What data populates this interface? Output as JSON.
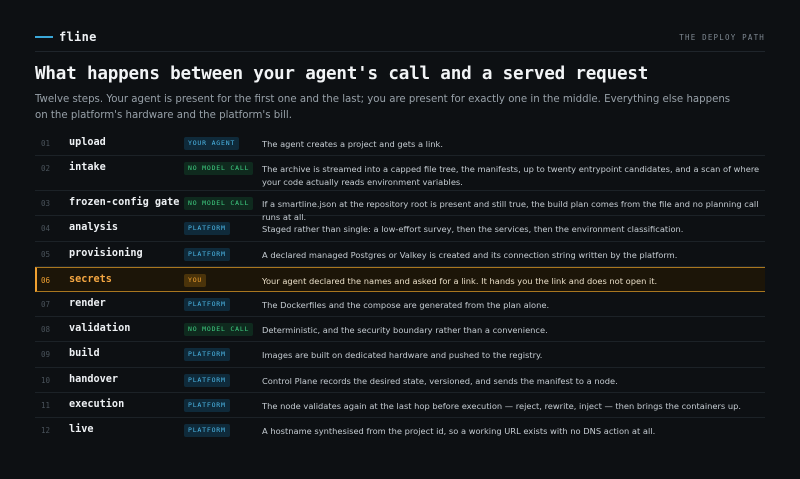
{
  "header": {
    "logo_text": "fline",
    "eyebrow": "THE DEPLOY PATH"
  },
  "title": "What happens between your agent's call and a served request",
  "lede": "Twelve steps. Your agent is present for the first one and the last; you are present for exactly one in the middle. Everything else happens on the platform's hardware and the platform's bill.",
  "colors": {
    "background": "#0d1013",
    "accent_blue": "#3aa7d8",
    "accent_green": "#3fcf82",
    "accent_orange": "#f0a030"
  },
  "steps": [
    {
      "num": "01",
      "name": "upload",
      "badge": "YOUR AGENT",
      "badge_kind": "agent",
      "desc": "The agent creates a project and gets a link."
    },
    {
      "num": "02",
      "name": "intake",
      "badge": "NO MODEL CALL",
      "badge_kind": "nomodel",
      "desc": "The archive is streamed into a capped file tree, the manifests, up to twenty entrypoint candidates, and a scan of where your code actually reads environment variables."
    },
    {
      "num": "03",
      "name": "frozen-config gate",
      "badge": "NO MODEL CALL",
      "badge_kind": "nomodel",
      "desc": "If a smartline.json at the repository root is present and still true, the build plan comes from the file and no planning call runs at all."
    },
    {
      "num": "04",
      "name": "analysis",
      "badge": "PLATFORM",
      "badge_kind": "platform",
      "desc": "Staged rather than single: a low-effort survey, then the services, then the environment classification."
    },
    {
      "num": "05",
      "name": "provisioning",
      "badge": "PLATFORM",
      "badge_kind": "platform",
      "desc": "A declared managed Postgres or Valkey is created and its connection string written by the platform."
    },
    {
      "num": "06",
      "name": "secrets",
      "badge": "YOU",
      "badge_kind": "you",
      "desc": "Your agent declared the names and asked for a link. It hands you the link and does not open it."
    },
    {
      "num": "07",
      "name": "render",
      "badge": "PLATFORM",
      "badge_kind": "platform",
      "desc": "The Dockerfiles and the compose are generated from the plan alone."
    },
    {
      "num": "08",
      "name": "validation",
      "badge": "NO MODEL CALL",
      "badge_kind": "nomodel",
      "desc": "Deterministic, and the security boundary rather than a convenience."
    },
    {
      "num": "09",
      "name": "build",
      "badge": "PLATFORM",
      "badge_kind": "platform",
      "desc": "Images are built on dedicated hardware and pushed to the registry."
    },
    {
      "num": "10",
      "name": "handover",
      "badge": "PLATFORM",
      "badge_kind": "platform",
      "desc": "Control Plane records the desired state, versioned, and sends the manifest to a node."
    },
    {
      "num": "11",
      "name": "execution",
      "badge": "PLATFORM",
      "badge_kind": "platform",
      "desc": "The node validates again at the last hop before execution — reject, rewrite, inject — then brings the containers up."
    },
    {
      "num": "12",
      "name": "live",
      "badge": "PLATFORM",
      "badge_kind": "platform",
      "desc": "A hostname synthesised from the project id, so a working URL exists with no DNS action at all."
    }
  ]
}
